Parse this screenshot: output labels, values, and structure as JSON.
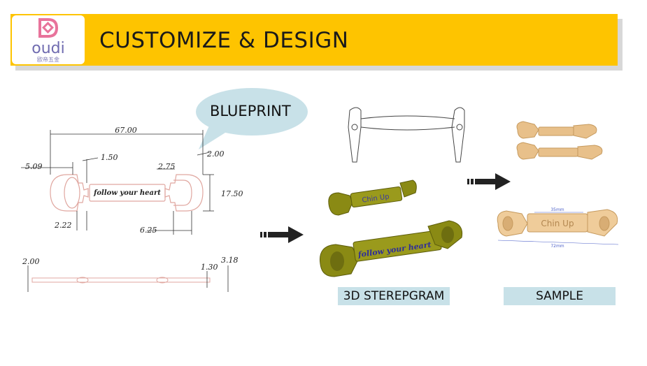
{
  "header": {
    "title": "CUSTOMIZE & DESIGN",
    "logo_text": "oudi",
    "logo_subtext": "欧帝五金",
    "brand_colors": {
      "banner": "#fec400",
      "logo_pink": "#e8739b",
      "logo_purple": "#6f6bb0"
    }
  },
  "blueprint": {
    "label": "BLUEPRINT",
    "engraving": "follow your heart",
    "dimensions": {
      "overall_length": "67.00",
      "left_offset": "5.09",
      "gap_left": "1.50",
      "right_gap": "2.00",
      "inner": "2.75",
      "height": "17.50",
      "bottom_left": "2.22",
      "bottom_right": "6.25",
      "side_thickness": "2.00",
      "side_mid": "1.30",
      "side_total": "3.18"
    }
  },
  "stereogram": {
    "label": "3D STEREPGRAM",
    "small_text": "Chin Up",
    "large_text": "follow your heart"
  },
  "sample": {
    "label": "SAMPLE",
    "engraving": "Chin Up",
    "top_measure": "35mm",
    "bottom_measure": "72mm"
  }
}
